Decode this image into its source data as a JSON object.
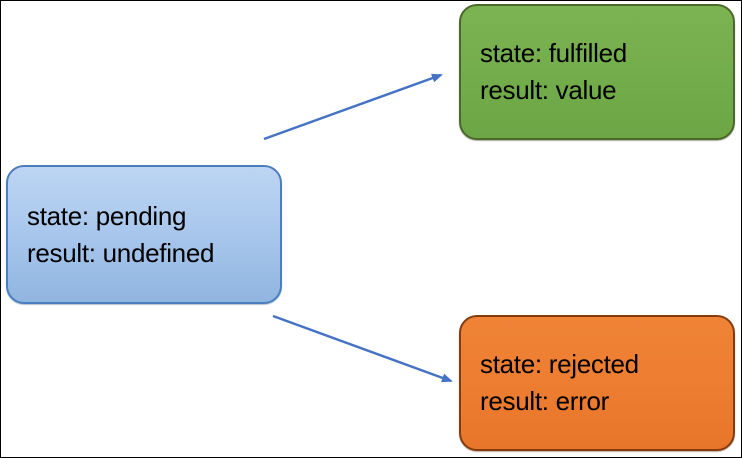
{
  "diagram": {
    "nodes": {
      "pending": {
        "line1": "state: pending",
        "line2": "result: undefined"
      },
      "fulfilled": {
        "line1": "state: fulfilled",
        "line2": "result: value"
      },
      "rejected": {
        "line1": "state: rejected",
        "line2": "result: error"
      }
    },
    "colors": {
      "pending_fill_top": "#bdd5f3",
      "pending_fill_bottom": "#90b5e0",
      "pending_border": "#4b7ebe",
      "fulfilled_fill": "#74ad4b",
      "fulfilled_border": "#4c682a",
      "rejected_fill": "#ed7d31",
      "rejected_border": "#843c0c",
      "arrow": "#4472c4",
      "text": "#000000",
      "background": "#ffffff"
    }
  }
}
